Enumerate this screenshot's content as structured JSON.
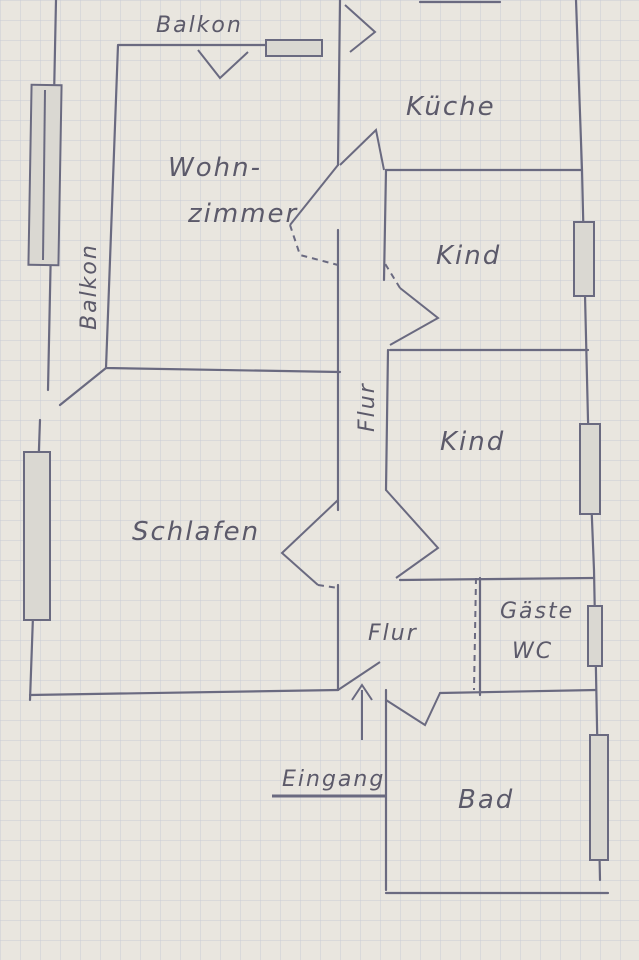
{
  "rooms": {
    "balkon_top": "Balkon",
    "balkon_side": "Balkon",
    "kueche": "Küche",
    "wohnzimmer_1": "Wohn-",
    "wohnzimmer_2": "zimmer",
    "kind_1": "Kind",
    "kind_2": "Kind",
    "flur_vertical": "Flur",
    "schlafen": "Schlafen",
    "flur_entry": "Flur",
    "gaeste_1": "Gäste",
    "gaeste_2": "WC",
    "eingang": "Eingang",
    "bad": "Bad"
  },
  "colors": {
    "paper": "#e9e6df",
    "grid": "#c9ccd6",
    "ink": "#6a6a80",
    "text": "#5c5a6a"
  }
}
